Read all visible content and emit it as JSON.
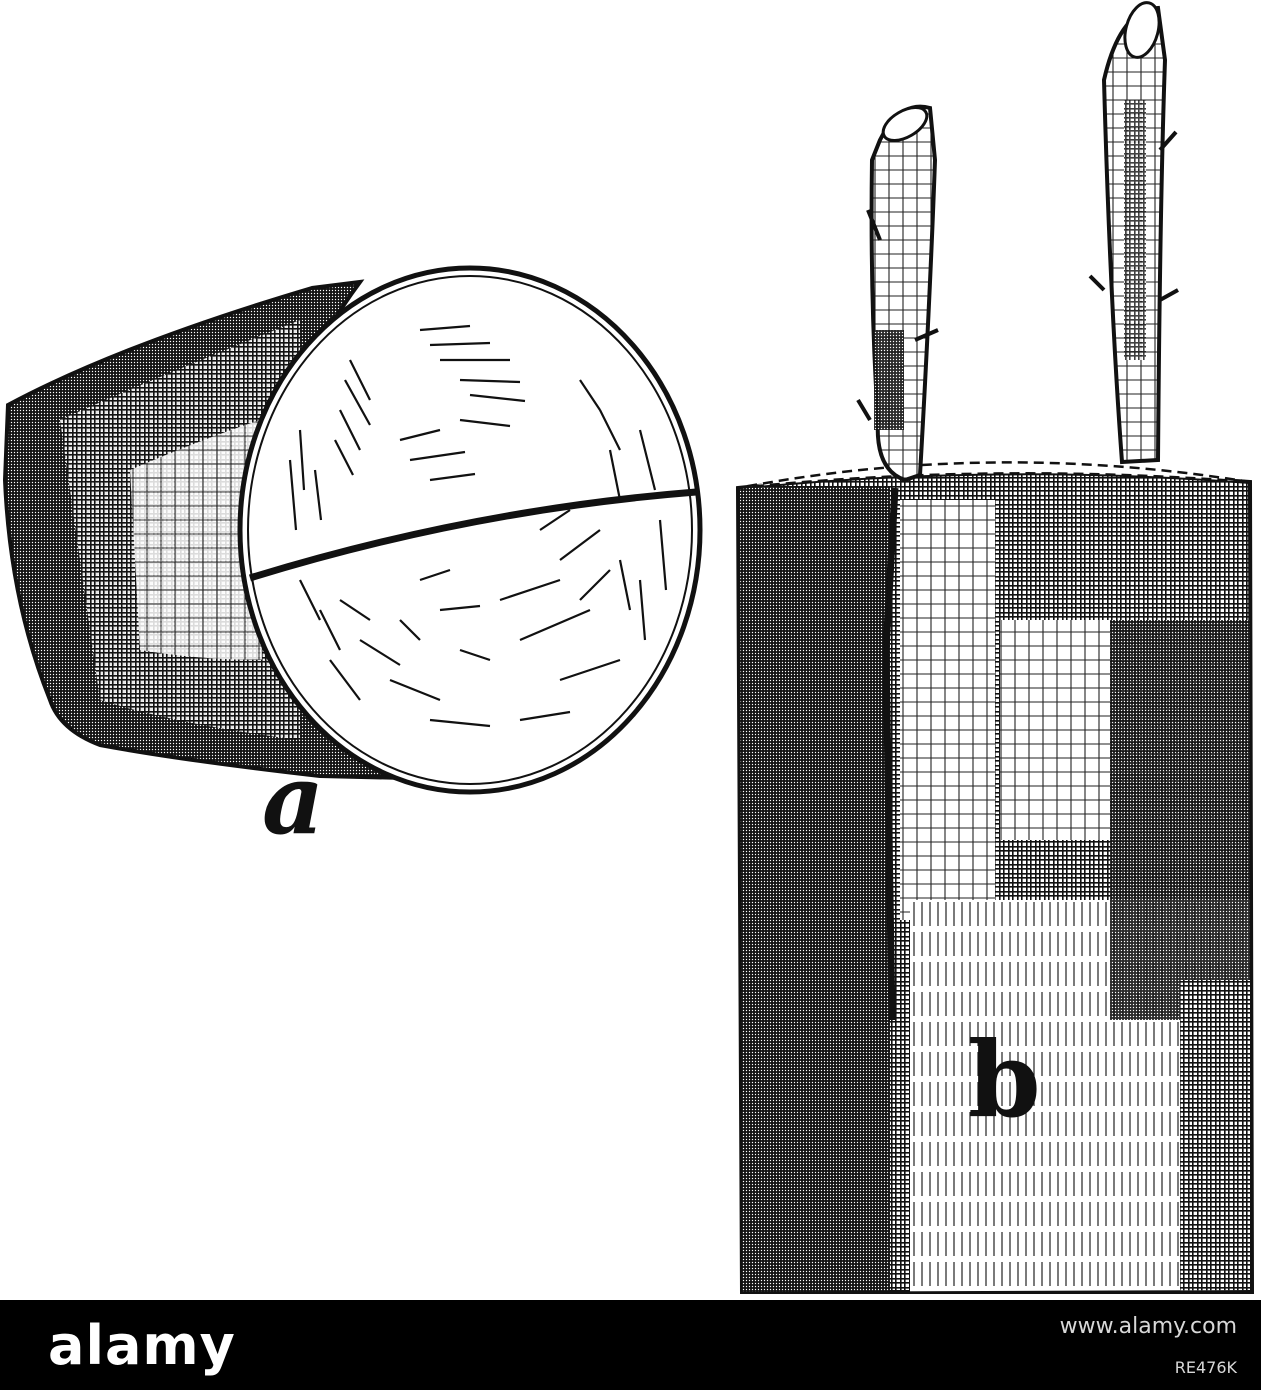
{
  "figure": {
    "label_a": "a",
    "label_b": "b"
  },
  "banner": {
    "brand": "alamy",
    "stock_id": "RE476K",
    "site": "www.alamy.com",
    "bg_color": "#000000",
    "text_color": "#ffffff"
  },
  "colors": {
    "ink": "#111111",
    "paper": "#ffffff"
  }
}
